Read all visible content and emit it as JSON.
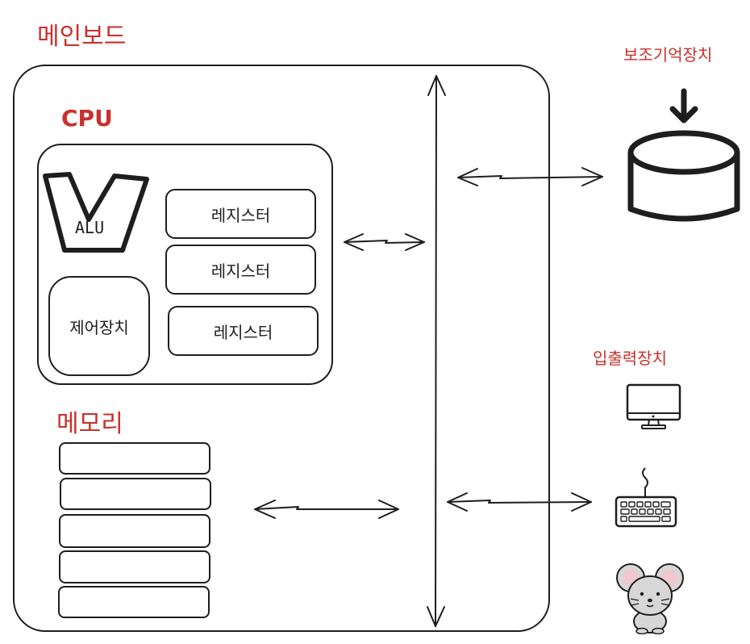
{
  "labels": {
    "mainboard": "메인보드",
    "cpu": "CPU",
    "alu": "ALU",
    "control_unit": "제어장치",
    "register": "레지스터",
    "memory": "메모리",
    "secondary_storage": "보조기억장치",
    "io_device": "입출력장치"
  },
  "colors": {
    "title_red": "#c9302c",
    "stroke": "#1e1e1e"
  },
  "icons": [
    "alu-shape-icon",
    "storage-cylinder-icon",
    "down-arrow-icon",
    "monitor-icon",
    "keyboard-icon",
    "mouse-icon"
  ]
}
